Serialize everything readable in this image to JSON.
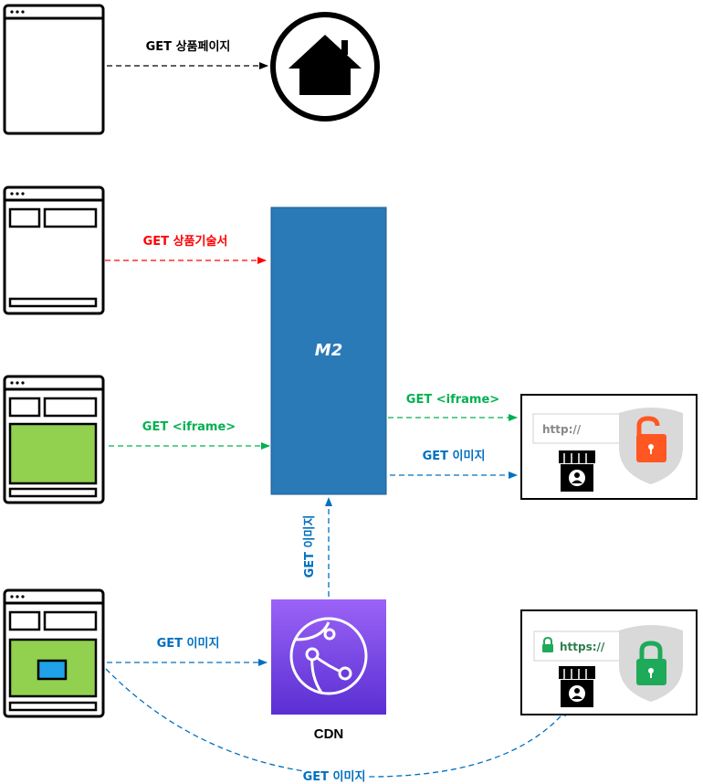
{
  "labels": {
    "get_product_page": "GET 상품페이지",
    "get_product_spec": "GET 상품기술서",
    "get_iframe_left": "GET <iframe>",
    "get_iframe_right": "GET <iframe>",
    "get_image_right": "GET 이미지",
    "get_image_vertical": "GET 이미지",
    "get_image_cdn": "GET 이미지",
    "get_image_bottom": "GET 이미지"
  },
  "server": {
    "name": "M2"
  },
  "cdn": {
    "name": "CDN"
  },
  "insecure_panel": {
    "url_text": "http://"
  },
  "secure_panel": {
    "url_text": "https://"
  },
  "colors": {
    "black_arrow": "#000000",
    "red_arrow": "#ff0000",
    "green_arrow": "#00b050",
    "blue_arrow": "#0070c0",
    "server_fill": "#2a7ab8",
    "frame_green": "#92d050",
    "cdn_top": "#9b63f7",
    "cdn_bottom": "#5a2fd2",
    "lock_insecure": "#ff5722",
    "lock_secure": "#1faa59"
  }
}
